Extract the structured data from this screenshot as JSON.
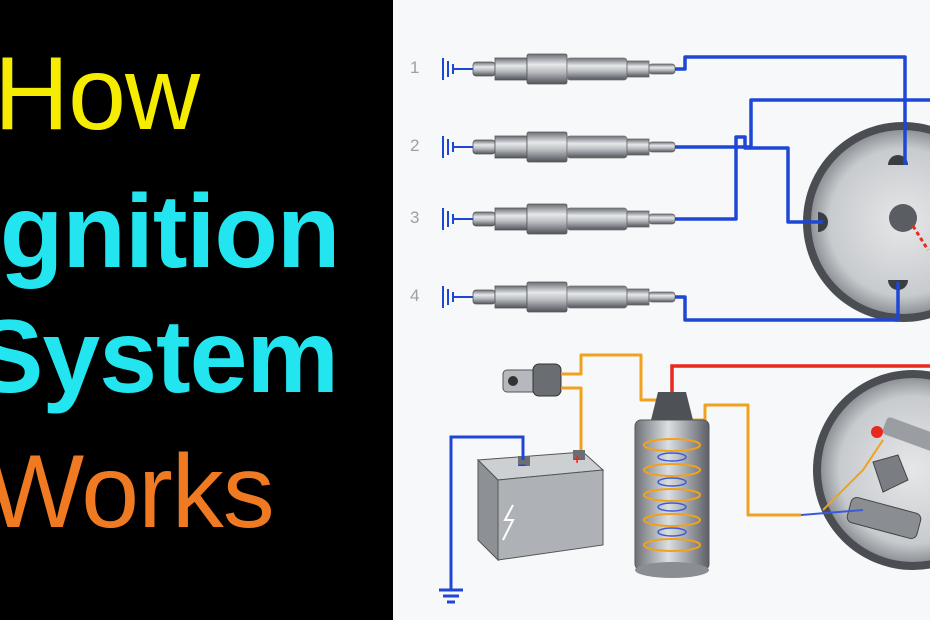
{
  "title": {
    "words": [
      {
        "text": "How",
        "color": "#f6ec00"
      },
      {
        "text": "Ignition",
        "color": "#22e5ef"
      },
      {
        "text": "System",
        "color": "#22e5ef"
      },
      {
        "text": "Works",
        "color": "#f07a22"
      }
    ]
  },
  "diagram": {
    "plug_numbers": [
      "1",
      "2",
      "3",
      "4"
    ],
    "battery_terminals": {
      "negative": "−",
      "positive": "+"
    },
    "colors": {
      "hv_wire": "#1f47d6",
      "low_voltage_wire": "#f0a21e",
      "coil_output_wire": "#e8291c",
      "ground": "#1f47d6"
    }
  }
}
